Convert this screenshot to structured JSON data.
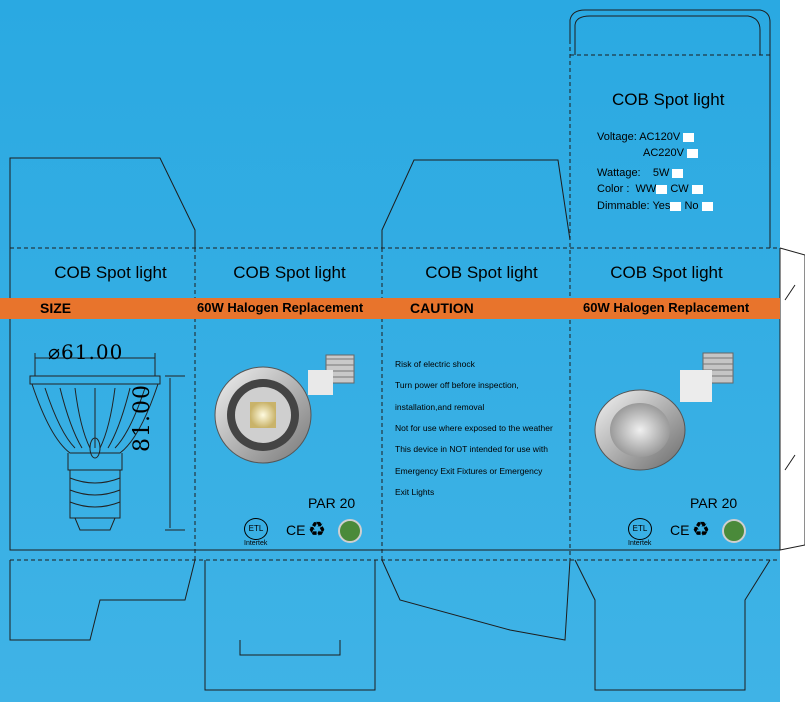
{
  "panels": {
    "p1_title": "COB Spot light",
    "p2_title": "COB Spot light",
    "p3_title": "COB Spot light",
    "p4_title": "COB Spot light"
  },
  "band": {
    "size_label": "SIZE",
    "p2_label": "60W Halogen Replacement",
    "caution_label": "CAUTION",
    "p4_label": "60W Halogen Replacement"
  },
  "dimensions": {
    "diameter": "⌀61.00",
    "height": "81.00"
  },
  "caution_lines": [
    "Risk of electric shock",
    "Turn power off before inspection,",
    "installation,and removal",
    "Not for use where exposed to the weather",
    "This device in NOT intended for use with",
    "Emergency Exit Fixtures or Emergency",
    "Exit Lights"
  ],
  "lid": {
    "title": "COB Spot light",
    "voltage_label": "Voltage:",
    "voltage_1": "AC120V",
    "voltage_2": "AC220V",
    "wattage_label": "Wattage:",
    "wattage_value": "5W",
    "color_label": "Color :",
    "color_ww": "WW",
    "color_cw": "CW",
    "dimmable_label": "Dimmable:",
    "dimmable_yes": "Yes",
    "dimmable_no": "No"
  },
  "par_label_1": "PAR 20",
  "par_label_2": "PAR 20",
  "cert_text_1": "Intertek",
  "cert_text_2": "Intertek",
  "icons": [
    "etl-mark-icon",
    "ce-mark-icon",
    "recycle-icon",
    "eco-leaf-icon"
  ],
  "colors": {
    "background": "#33ade3",
    "band": "#e8742c"
  }
}
